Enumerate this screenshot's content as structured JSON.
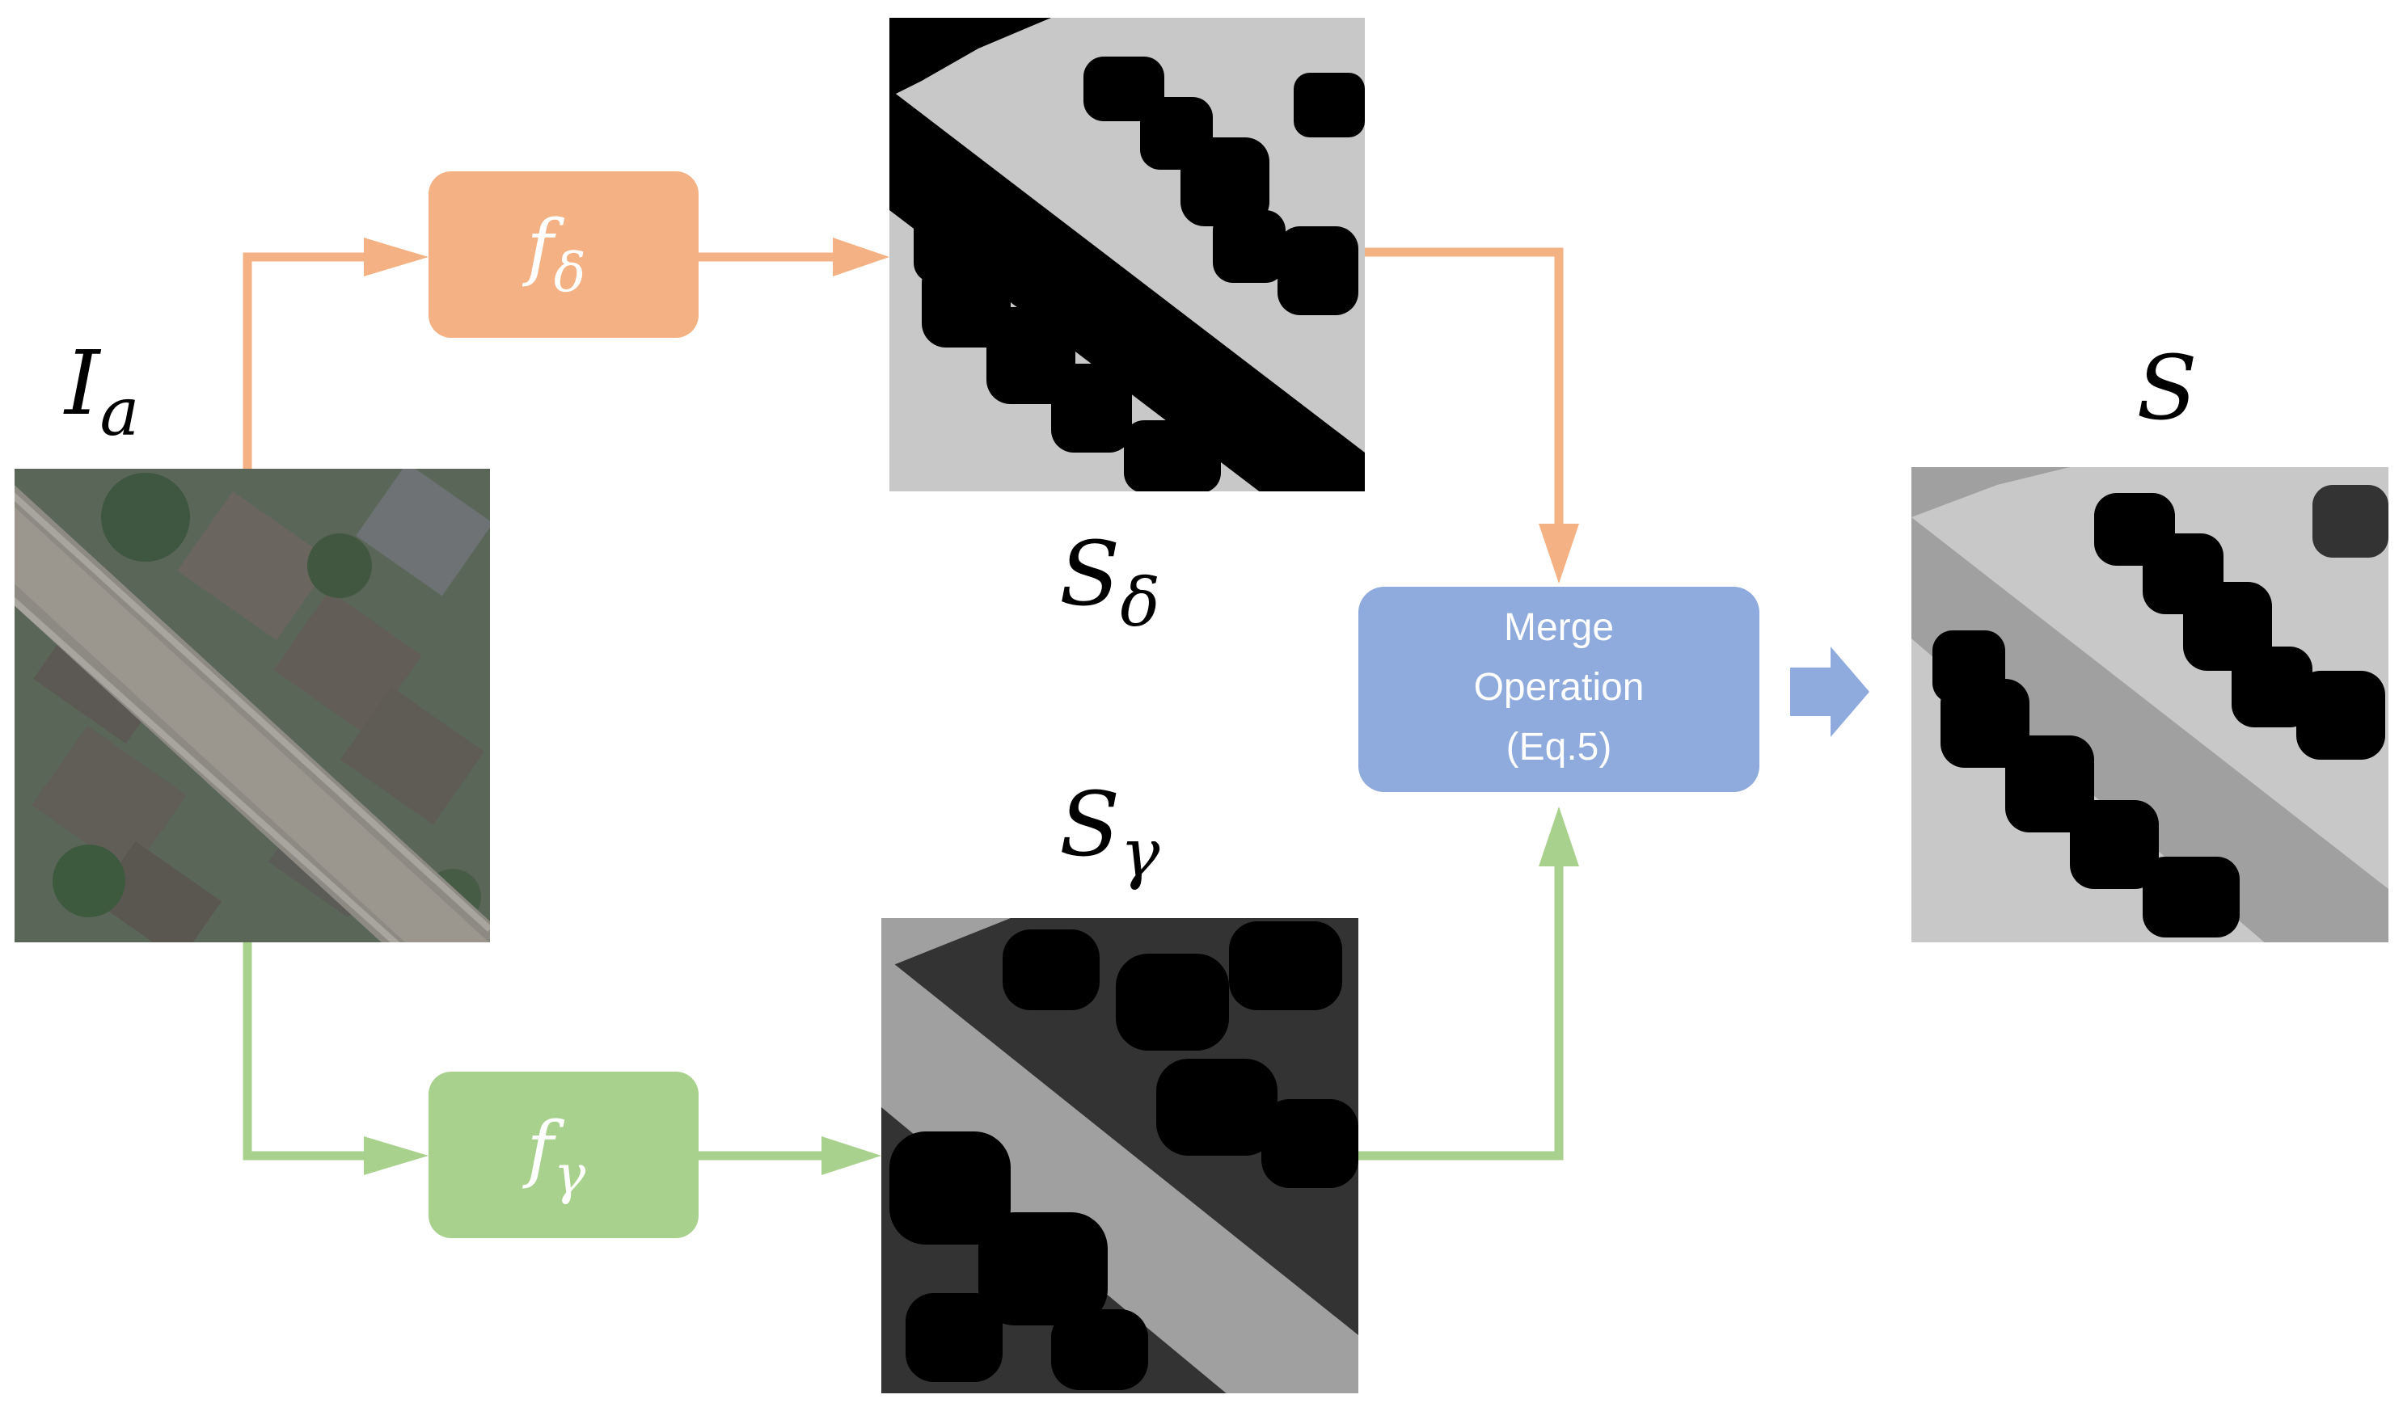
{
  "labels": {
    "input_main": "I",
    "input_sub": "a",
    "s_delta_main": "S",
    "s_delta_sub": "δ",
    "s_gamma_main": "S",
    "s_gamma_sub": "γ",
    "output": "S"
  },
  "functions": {
    "delta_main": "f",
    "delta_sub": "δ",
    "gamma_main": "f",
    "gamma_sub": "γ"
  },
  "merge": {
    "line1": "Merge",
    "line2": "Operation",
    "line3": "(Eq.5)"
  },
  "colors": {
    "delta_branch": "#F4B183",
    "gamma_branch": "#A9D18E",
    "merge_box": "#8FAADC",
    "map_light": "#C8C8C8",
    "map_black": "#000000",
    "map_gray": "#A0A0A0",
    "map_dark": "#333333"
  }
}
